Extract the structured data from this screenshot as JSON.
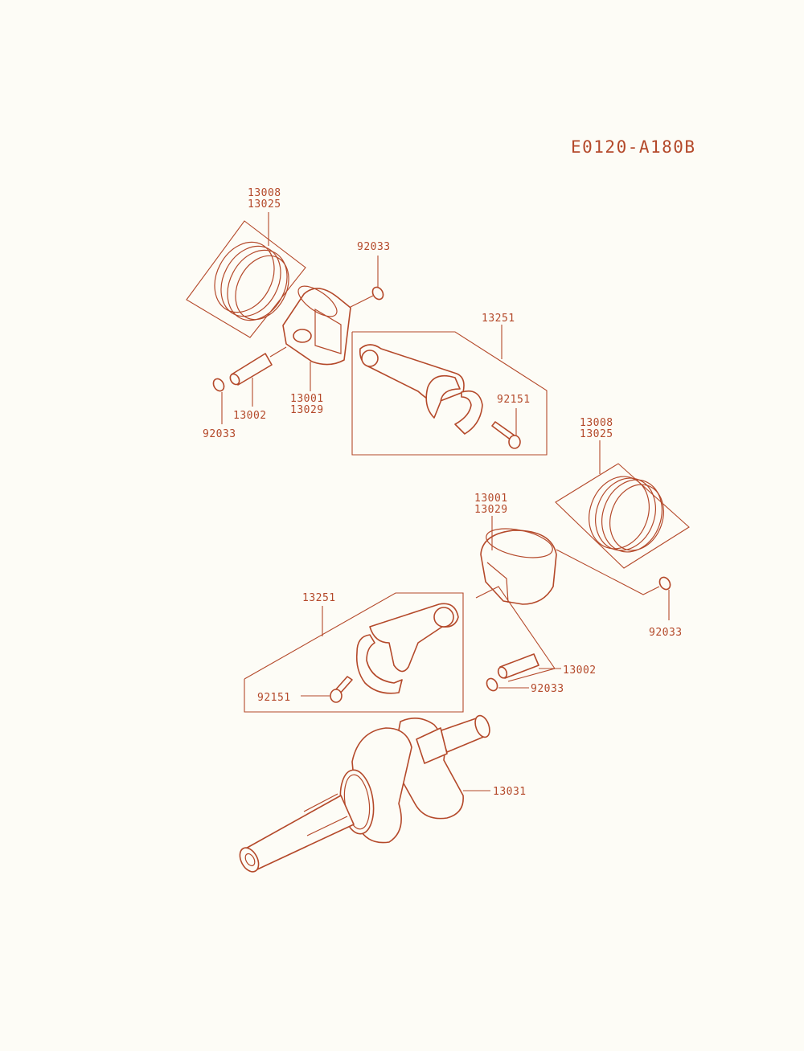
{
  "diagram_code": "E0120-A180B",
  "colors": {
    "line": "#b4492a",
    "background": "#fdfcf6"
  },
  "labels": {
    "rings_1": [
      "13008",
      "13025"
    ],
    "circlip_1_top": "92033",
    "conrod_1": "13251",
    "bolt_1": "92151",
    "piston_1": [
      "13001",
      "13029"
    ],
    "pin_1": "13002",
    "circlip_1_bottom": "92033",
    "rings_2": [
      "13008",
      "13025"
    ],
    "piston_2": [
      "13001",
      "13029"
    ],
    "circlip_2_right": "92033",
    "conrod_2": "13251",
    "pin_2": "13002",
    "bolt_2": "92151",
    "circlip_2_bottom": "92033",
    "crankshaft": "13031"
  }
}
